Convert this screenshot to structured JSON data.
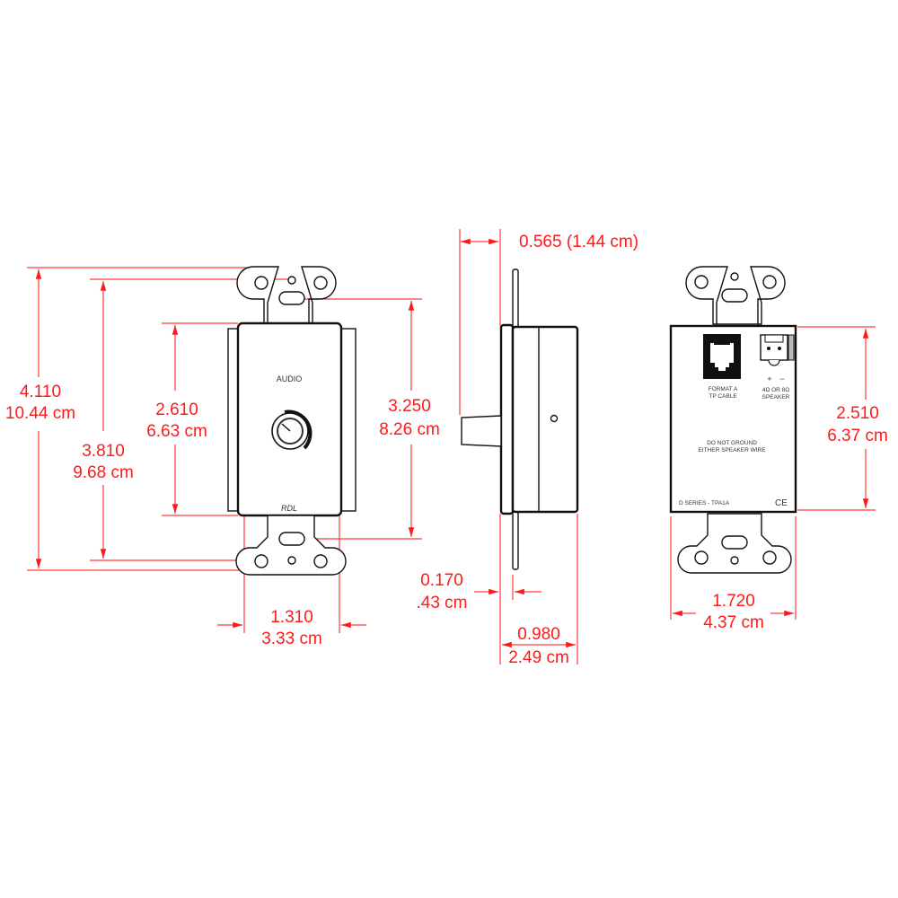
{
  "title": "RDL D Series TPA1A wall plate dimension drawing",
  "colors": {
    "dimension": "#ff1a1a",
    "outline": "#111111",
    "background": "#ffffff"
  },
  "front_view": {
    "panel_label": "AUDIO",
    "brand": "RDL",
    "knob": "volume-knob",
    "dims": {
      "overall_height": {
        "in": "4.110",
        "cm": "10.44 cm"
      },
      "mount_hole_spacing": {
        "in": "3.810",
        "cm": "9.68 cm"
      },
      "panel_height": {
        "in": "2.610",
        "cm": "6.63 cm"
      },
      "slot_spacing": {
        "in": "3.250",
        "cm": "8.26 cm"
      },
      "panel_width": {
        "in": "1.310",
        "cm": "3.33 cm"
      }
    }
  },
  "side_view": {
    "dims": {
      "knob_depth": {
        "label": "0.565 (1.44 cm)"
      },
      "plate_thickness": {
        "in": "0.170",
        "cm": ".43 cm"
      },
      "body_depth": {
        "in": "0.980",
        "cm": "2.49 cm"
      }
    }
  },
  "rear_view": {
    "rj45_label_1": "FORMAT A",
    "rj45_label_2": "TP CABLE",
    "terminal_plus": "+",
    "terminal_minus": "−",
    "speaker_label_1": "4Ω OR 8Ω",
    "speaker_label_2": "SPEAKER",
    "warning_1": "DO NOT GROUND",
    "warning_2": "EITHER SPEAKER WIRE",
    "model": "D SERIES - TPA1A",
    "ce_mark": "CE",
    "dims": {
      "body_height": {
        "in": "2.510",
        "cm": "6.37 cm"
      },
      "body_width": {
        "in": "1.720",
        "cm": "4.37 cm"
      }
    }
  }
}
